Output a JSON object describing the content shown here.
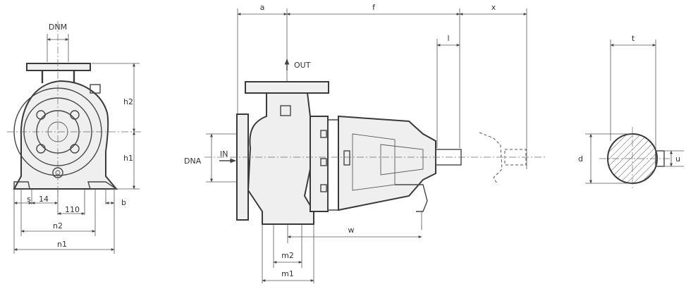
{
  "colors": {
    "line": "#3c3c3c",
    "background": "#ffffff",
    "body_fill": "#efefef"
  },
  "labels": {
    "dnm": "DNM",
    "h2": "h2",
    "h1": "h1",
    "s": "s",
    "l14": "14",
    "l110": "110",
    "b": "b",
    "n2": "n2",
    "n1": "n1",
    "a": "a",
    "f": "f",
    "x": "x",
    "l": "l",
    "out": "OUT",
    "dna": "DNA",
    "in": "IN",
    "w": "w",
    "m2": "m2",
    "m1": "m1",
    "t": "t",
    "d": "d",
    "u": "u"
  }
}
